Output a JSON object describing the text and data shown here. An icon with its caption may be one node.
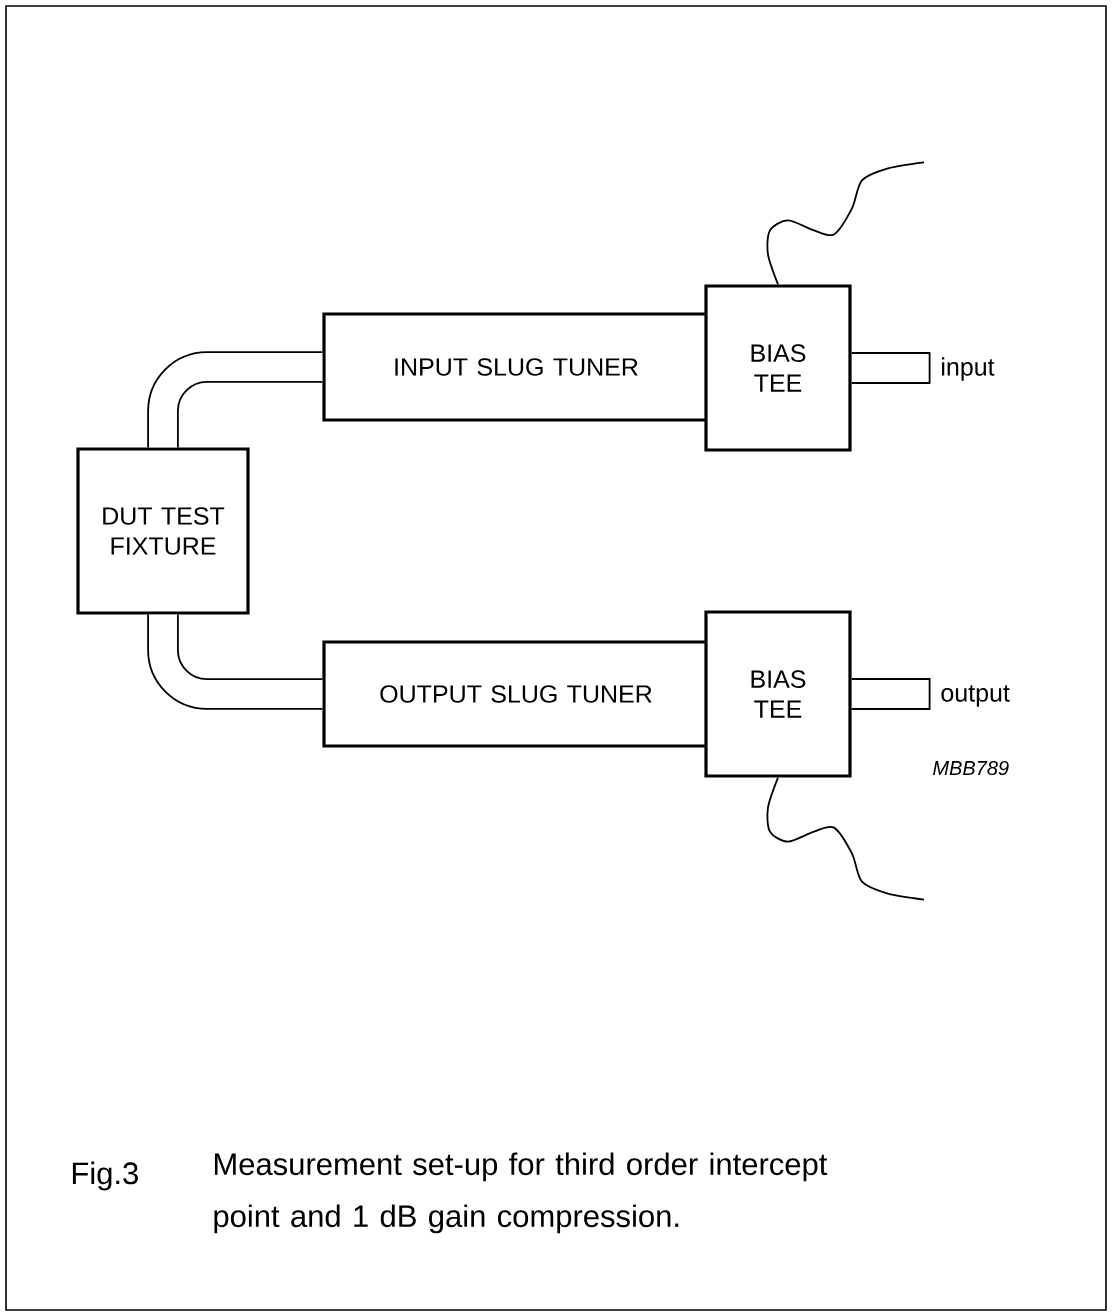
{
  "diagram": {
    "caption": "Measurement set-up for third order intercept point and 1 dB gain compression.",
    "nodes": [
      {
        "text": [
          "DUT TEST FIXTURE"
        ]
      },
      {
        "text": [
          "INPUT SLUG TUNER"
        ]
      },
      {
        "text": [
          "BIAS TEE"
        ]
      },
      {
        "text": [
          "OUTPUT SLUG TUNER"
        ]
      },
      {
        "text": [
          "BIAS TEE"
        ]
      }
    ],
    "edges": [
      {
        "from": 0,
        "to": 1,
        "arrow": "none",
        "style": "thick"
      },
      {
        "from": 0,
        "to": 3,
        "arrow": "none",
        "style": "thick"
      },
      {
        "from": 2,
        "to": null,
        "arrow": "none"
      },
      {
        "from": 4,
        "to": null,
        "arrow": "none"
      }
    ],
    "labels": [
      "input",
      "output",
      "MBB789",
      "Fig.3"
    ]
  }
}
